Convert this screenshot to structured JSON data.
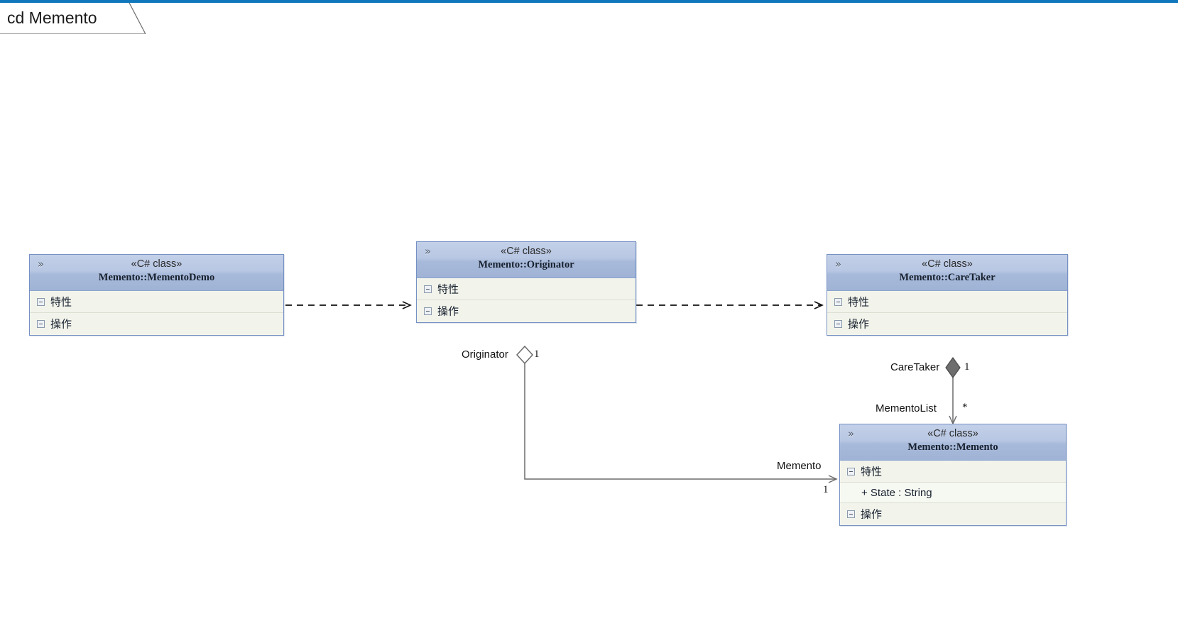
{
  "window": {
    "accent_color": "#1077bc"
  },
  "frame": {
    "label": "cd Memento"
  },
  "icons": {
    "collapse": "«",
    "minus": "minus-box-icon"
  },
  "classes": [
    {
      "id": "mementodemo",
      "stereotype": "«C# class»",
      "name": "Memento::MementoDemo",
      "compartments": [
        {
          "label": "特性",
          "features": []
        },
        {
          "label": "操作",
          "features": []
        }
      ]
    },
    {
      "id": "originator",
      "stereotype": "«C# class»",
      "name": "Memento::Originator",
      "compartments": [
        {
          "label": "特性",
          "features": []
        },
        {
          "label": "操作",
          "features": []
        }
      ]
    },
    {
      "id": "caretaker",
      "stereotype": "«C# class»",
      "name": "Memento::CareTaker",
      "compartments": [
        {
          "label": "特性",
          "features": []
        },
        {
          "label": "操作",
          "features": []
        }
      ]
    },
    {
      "id": "memento",
      "stereotype": "«C# class»",
      "name": "Memento::Memento",
      "compartments": [
        {
          "label": "特性",
          "features": [
            "+ State : String"
          ]
        },
        {
          "label": "操作",
          "features": []
        }
      ]
    }
  ],
  "relationships": [
    {
      "id": "dep-demo-originator",
      "kind": "dependency",
      "from": "Memento::MementoDemo",
      "to": "Memento::Originator",
      "label": "",
      "source_mult": "",
      "target_mult": ""
    },
    {
      "id": "dep-originator-caretaker",
      "kind": "dependency",
      "from": "Memento::Originator",
      "to": "Memento::CareTaker",
      "label": "",
      "source_mult": "",
      "target_mult": ""
    },
    {
      "id": "agg-originator-memento",
      "kind": "aggregation",
      "from": "Memento::Originator",
      "to": "Memento::Memento",
      "source_role": "Originator",
      "source_mult": "1",
      "target_role": "Memento",
      "target_mult": "1"
    },
    {
      "id": "comp-caretaker-memento",
      "kind": "composition",
      "from": "Memento::CareTaker",
      "to": "Memento::Memento",
      "source_role": "CareTaker",
      "source_mult": "1",
      "target_role": "MementoList",
      "target_mult": "*"
    }
  ],
  "edge_labels": {
    "originator_role": "Originator",
    "originator_mult": "1",
    "memento_role": "Memento",
    "memento_mult": "1",
    "caretaker_role": "CareTaker",
    "caretaker_mult": "1",
    "mementolist_role": "MementoList",
    "mementolist_mult": "*"
  }
}
